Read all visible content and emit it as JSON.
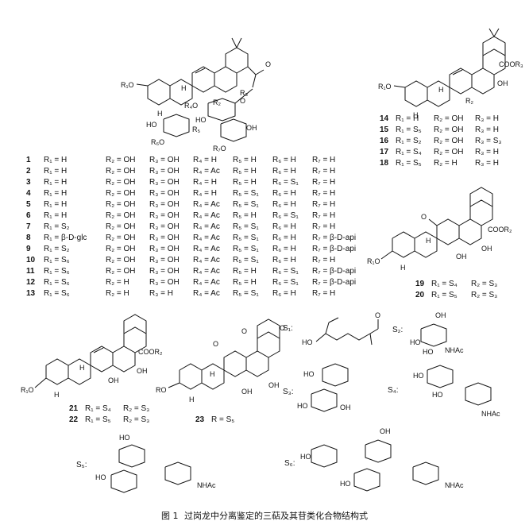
{
  "caption": {
    "fig": "图 1",
    "text": "过岗龙中分离鉴定的三萜及其苷类化合物结构式"
  },
  "struct_labels": {
    "r1o": "R₁O",
    "r2": "R₂",
    "r3": "R₃",
    "r4o": "R₄O",
    "r5": "R₅",
    "r6o": "R₆O",
    "r7o": "R₇O",
    "ho": "HO",
    "o": "O",
    "oh": "OH",
    "h": "H",
    "cooh": "COOR₃",
    "coor2": "COOR₂",
    "ro": "RO",
    "nhac": "NHAc"
  },
  "table1": {
    "rows": [
      [
        "1",
        "R₁ = H",
        "R₂ = OH",
        "R₃ = OH",
        "R₄ = H",
        "R₅ = H",
        "R₆ = H",
        "R₇ = H"
      ],
      [
        "2",
        "R₁ = H",
        "R₂ = OH",
        "R₃ = OH",
        "R₄ = Ac",
        "R₅ = H",
        "R₆ = H",
        "R₇ = H"
      ],
      [
        "3",
        "R₁ = H",
        "R₂ = OH",
        "R₃ = OH",
        "R₄ = H",
        "R₅ = H",
        "R₆ = S₁",
        "R₇ = H"
      ],
      [
        "4",
        "R₁ = H",
        "R₂ = OH",
        "R₃ = OH",
        "R₄ = H",
        "R₅ = S₁",
        "R₆ = H",
        "R₇ = H"
      ],
      [
        "5",
        "R₁ = H",
        "R₂ = OH",
        "R₃ = OH",
        "R₄ = Ac",
        "R₅ = S₁",
        "R₆ = H",
        "R₇ = H"
      ],
      [
        "6",
        "R₁ = H",
        "R₂ = OH",
        "R₃ = OH",
        "R₄ = Ac",
        "R₅ = H",
        "R₆ = S₁",
        "R₇ = H"
      ],
      [
        "7",
        "R₁ = S₂",
        "R₂ = OH",
        "R₃ = OH",
        "R₄ = Ac",
        "R₅ = S₁",
        "R₆ = H",
        "R₇ = H"
      ],
      [
        "8",
        "R₁ = β-D-glc",
        "R₂ = OH",
        "R₃ = OH",
        "R₄ = Ac",
        "R₅ = S₁",
        "R₆ = H",
        "R₇ = β-D-api"
      ],
      [
        "9",
        "R₁ = S₂",
        "R₂ = OH",
        "R₃ = OH",
        "R₄ = Ac",
        "R₅ = S₁",
        "R₆ = H",
        "R₇ = β-D-api"
      ],
      [
        "10",
        "R₁ = S₆",
        "R₂ = OH",
        "R₃ = OH",
        "R₄ = Ac",
        "R₅ = S₁",
        "R₆ = H",
        "R₇ = H"
      ],
      [
        "11",
        "R₁ = S₆",
        "R₂ = OH",
        "R₃ = OH",
        "R₄ = Ac",
        "R₅ = H",
        "R₆ = S₁",
        "R₇ = β-D-api"
      ],
      [
        "12",
        "R₁ = S₆",
        "R₂ = H",
        "R₃ = OH",
        "R₄ = Ac",
        "R₅ = H",
        "R₆ = S₁",
        "R₇ = β-D-api"
      ],
      [
        "13",
        "R₁ = S₆",
        "R₂ = H",
        "R₃ = H",
        "R₄ = Ac",
        "R₅ = S₁",
        "R₆ = H",
        "R₇ = H"
      ]
    ]
  },
  "table2": {
    "rows": [
      [
        "14",
        "R₁ = H",
        "R₂ = OH",
        "R₃ = H"
      ],
      [
        "15",
        "R₁ = S₅",
        "R₂ = OH",
        "R₃ = H"
      ],
      [
        "16",
        "R₁ = S₂",
        "R₂ = OH",
        "R₃ = S₃"
      ],
      [
        "17",
        "R₁ = S₄",
        "R₂ = OH",
        "R₃ = H"
      ],
      [
        "18",
        "R₁ = S₅",
        "R₂ = H",
        "R₃ = H"
      ]
    ]
  },
  "table3": {
    "rows": [
      [
        "19",
        "R₁ = S₄",
        "R₂ = S₃"
      ],
      [
        "20",
        "R₁ = S₅",
        "R₂ = S₃"
      ]
    ]
  },
  "table4": {
    "rows": [
      [
        "21",
        "R₁ = S₄",
        "R₂ = S₃"
      ],
      [
        "22",
        "R₁ = S₅",
        "R₂ = S₃"
      ]
    ]
  },
  "table5": {
    "rows": [
      [
        "23",
        "R = S₅"
      ]
    ]
  },
  "substituents": {
    "s1": "S₁:",
    "s2": "S₂:",
    "s3": "S₃:",
    "s4": "S₄:",
    "s5": "S₅:",
    "s6": "S₆:"
  }
}
